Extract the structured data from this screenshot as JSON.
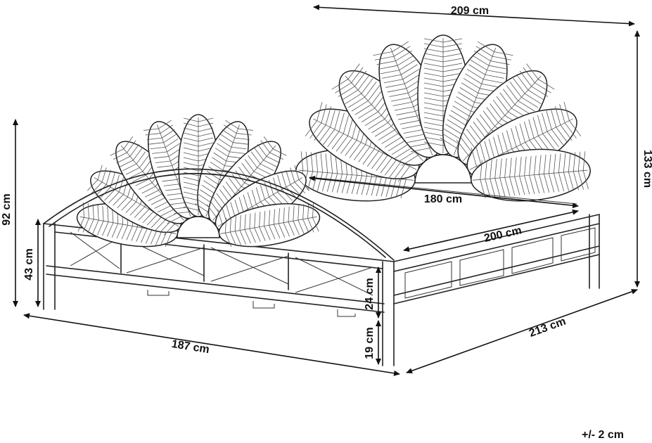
{
  "dimensions": {
    "width_top": "209 cm",
    "height_total": "133 cm",
    "inner_width": "180 cm",
    "inner_length": "200 cm",
    "length_side": "213 cm",
    "width_front": "187 cm",
    "footboard_height": "92 cm",
    "rail_height": "43 cm",
    "frame_height": "24 cm",
    "leg_height": "19 cm"
  },
  "tolerance": "+/- 2 cm",
  "colors": {
    "stroke": "#222222",
    "background": "#ffffff"
  }
}
